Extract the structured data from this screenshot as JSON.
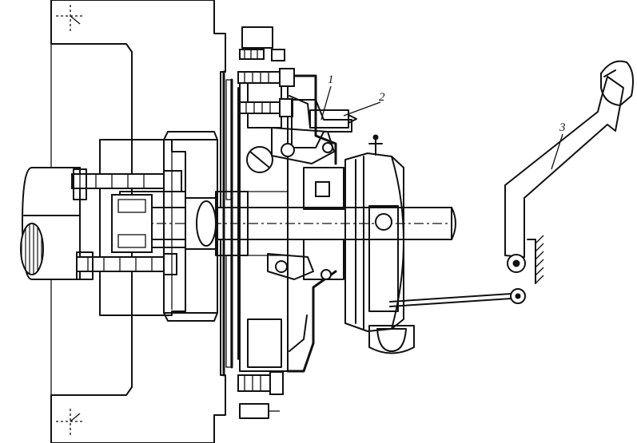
{
  "callouts": [
    {
      "label": "1"
    },
    {
      "label": "2"
    },
    {
      "label": "3"
    }
  ],
  "colors": {
    "ink": "#111111",
    "paper": "#ffffff"
  },
  "icons": {
    "drawing": "clutch-assembly-cross-section"
  }
}
